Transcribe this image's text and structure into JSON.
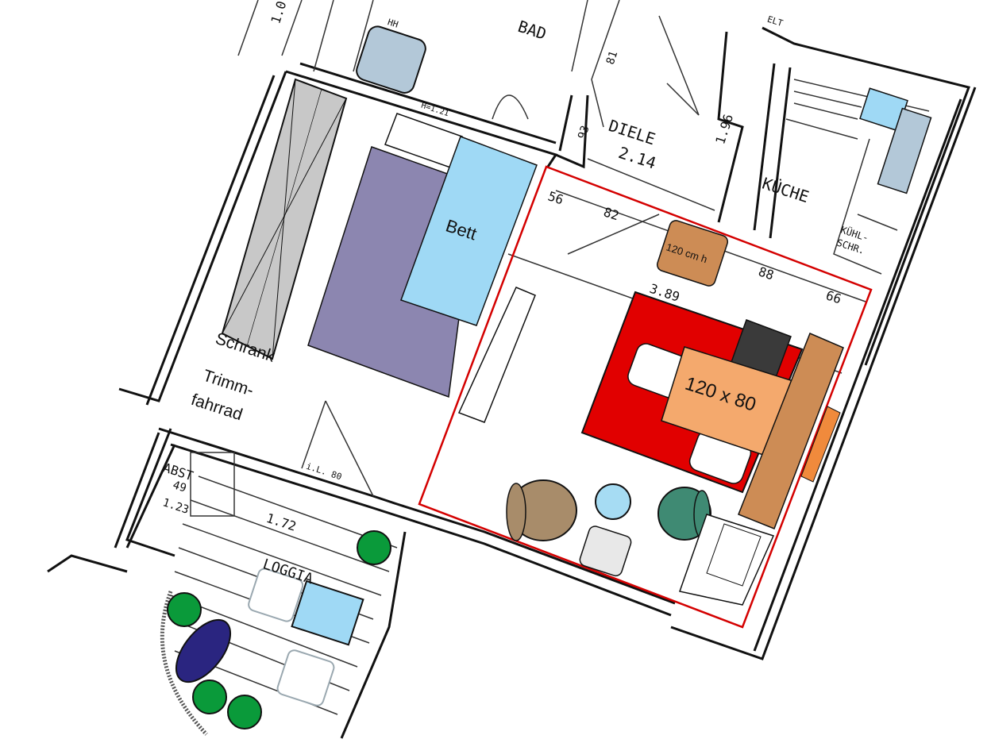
{
  "rooms": {
    "bad": "BAD",
    "diele": "DIELE",
    "diele_area": "2.14",
    "kueche": "KÜCHE",
    "kuehlschrank_1": "KÜHL-",
    "kuehlschrank_2": "SCHR.",
    "loggia": "LOGGIA",
    "abst": "ABST",
    "hh": "HH",
    "elt": "ELT"
  },
  "dimensions": {
    "d1": "1.0",
    "d2": "1.96",
    "d3": "56",
    "d4": "82",
    "d5": "88",
    "d6": "3.89",
    "d7": "66",
    "d8": "49",
    "d9": "1.23",
    "d10": "1.72",
    "d11": "i.L. 80",
    "d12": "93",
    "d13": "81",
    "d14": "H=1.21"
  },
  "furniture": {
    "bed": "Bett",
    "wardrobe": "Schrank",
    "bike_1": "Trimm-",
    "bike_2": "fahrrad",
    "table": "120 x 80",
    "cabinet": "120 cm h"
  },
  "colors": {
    "room_outline": "#d40000",
    "rug": "#e10000",
    "table": "#f4a96d",
    "sideboard": "#cd8c55",
    "bed": "#9fd9f5",
    "bed_base": "#8c86b0",
    "wardrobe": "#c8c8c8",
    "plants": "#0a9a3a",
    "armchair_brown": "#a88c6a",
    "armchair_green": "#3f8a73",
    "ottoman": "#a6dcf3",
    "lounger": "#2a2580",
    "kitchen_grey": "#b3c8d8",
    "dark_box": "#3a3a3a",
    "accent_orange": "#f08a3c"
  }
}
